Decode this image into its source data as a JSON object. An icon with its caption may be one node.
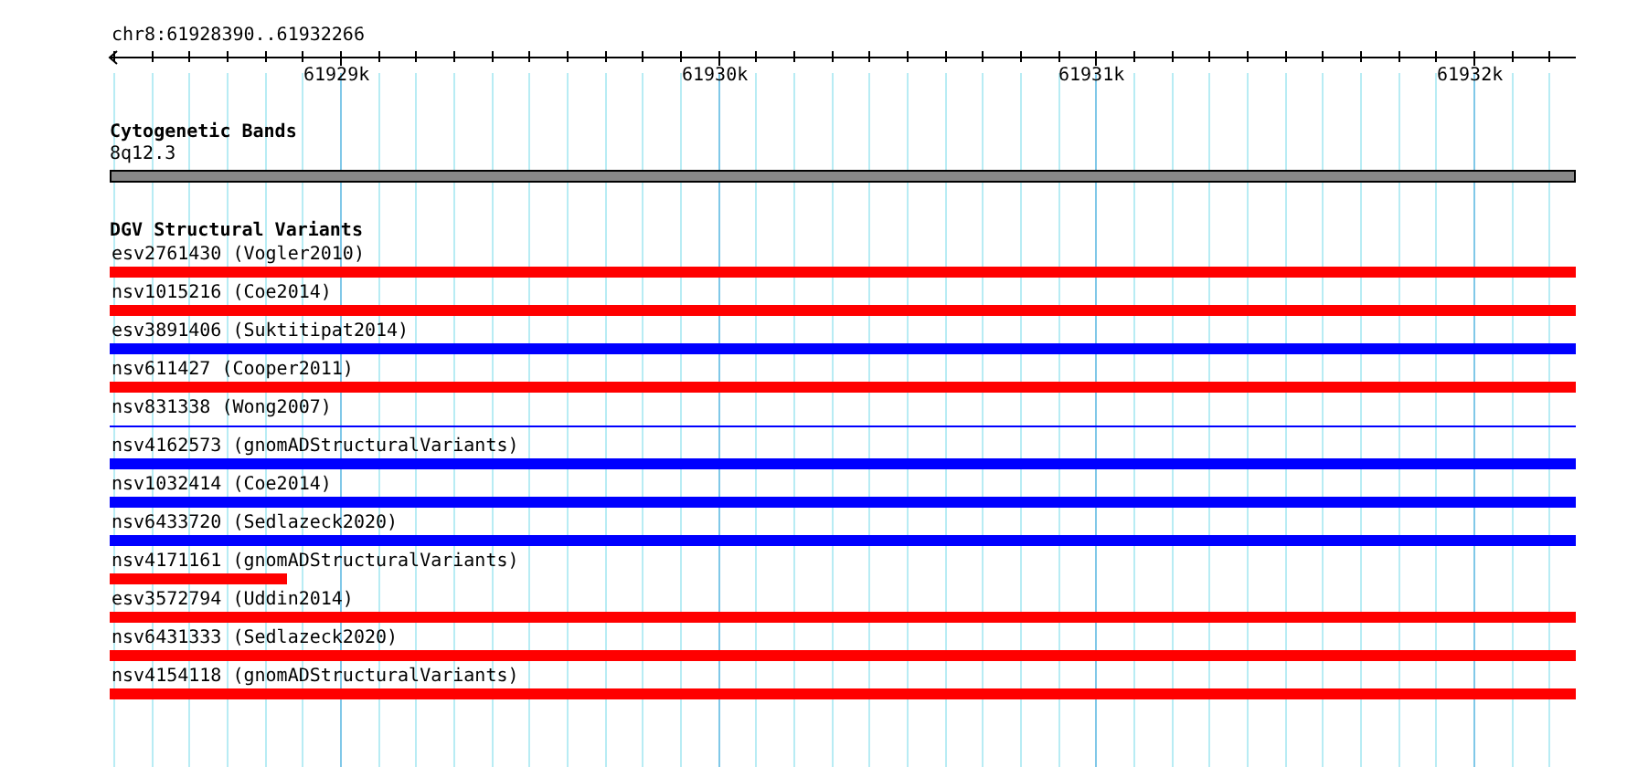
{
  "diagram": {
    "nodes": [
      {
        "text": [
          "Cytogenetic Bands"
        ]
      },
      {
        "text": [
          "8q12.3"
        ]
      },
      {
        "text": [
          "DGV Structural Variants"
        ]
      },
      {
        "text": [
          "esv2761430 (Vogler2010)"
        ]
      },
      {
        "text": [
          "nsv1015216 (Coe2014)"
        ]
      },
      {
        "text": [
          "esv3891406 (Suktitipat2014)"
        ]
      },
      {
        "text": [
          "nsv611427 (Cooper2011)"
        ]
      },
      {
        "text": [
          "nsv831338 (Wong2007)"
        ]
      },
      {
        "text": [
          "nsv4162573 (gnomADStructuralVariants)"
        ]
      },
      {
        "text": [
          "nsv1032414 (Coe2014)"
        ]
      },
      {
        "text": [
          "nsv6433720 (Sedlazeck2020)"
        ]
      },
      {
        "text": [
          "nsv4171161 (gnomADStructuralVariants)"
        ]
      },
      {
        "text": [
          "esv3572794 (Uddin2014)"
        ]
      },
      {
        "text": [
          "nsv6431333 (Sedlazeck2020)"
        ]
      },
      {
        "text": [
          "nsv4154118 (gnomADStructuralVariants)"
        ]
      }
    ],
    "labels": [
      "chr8:61928390..61932266",
      "61929k",
      "61930k",
      "61931k",
      "61932k"
    ]
  }
}
